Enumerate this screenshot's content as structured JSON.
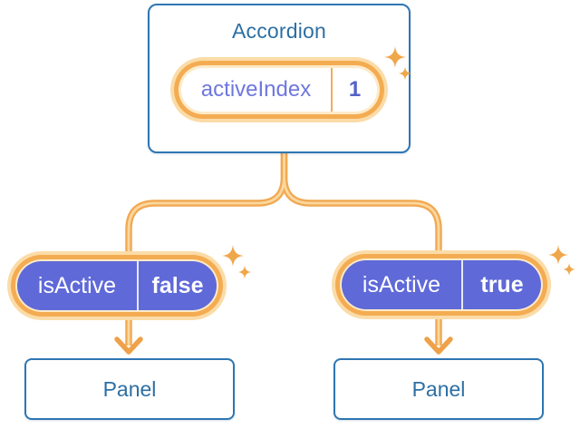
{
  "diagram": {
    "root": {
      "title": "Accordion",
      "state": {
        "name": "activeIndex",
        "value": "1"
      }
    },
    "children": [
      {
        "prop": {
          "name": "isActive",
          "value": "false"
        },
        "panel": {
          "label": "Panel"
        }
      },
      {
        "prop": {
          "name": "isActive",
          "value": "true"
        },
        "panel": {
          "label": "Panel"
        }
      }
    ],
    "icons": [
      "sparkle-icon",
      "arrow-down-icon"
    ],
    "colors": {
      "line_orange": "#F1A851",
      "line_core_cream": "#FBD79E",
      "ring_orange": "#F4AC52",
      "glow_cream": "#FBDCA8",
      "inner_cream": "#FDEBC9",
      "pill_purple": "#5F69D8",
      "node_border_blue": "#2E76B2",
      "node_text_blue": "#2D6FA3",
      "state_name_purple": "#6E77DE",
      "state_value_indigo": "#5362C8",
      "sparkle_orange": "#F0A64A"
    }
  }
}
